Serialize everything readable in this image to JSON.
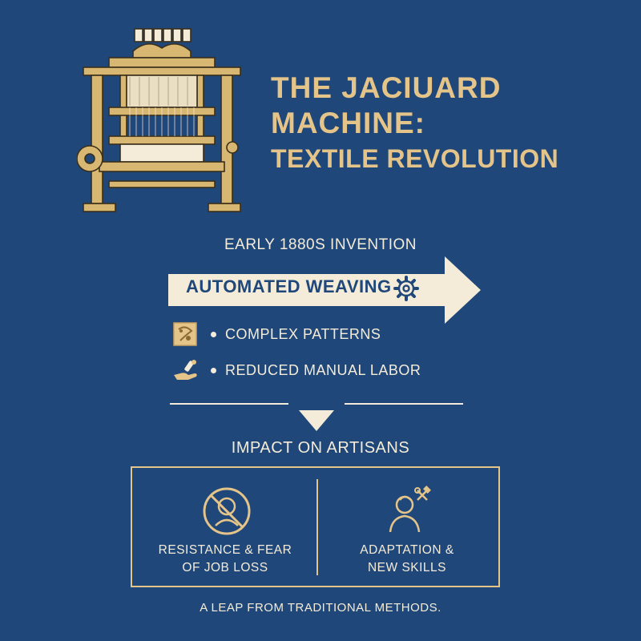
{
  "title": {
    "line1": "THE JACIUARD",
    "line2": "MACHINE:",
    "subtitle": "TEXTILE REVOLUTION"
  },
  "timeline": {
    "label": "EARLY 1880S INVENTION"
  },
  "arrow": {
    "label": "AUTOMATED WEAVING",
    "icon": "gear-icon"
  },
  "bullets": [
    {
      "text": "COMPLEX PATTERNS",
      "icon": "pattern-card-icon"
    },
    {
      "text": "REDUCED MANUAL LABOR",
      "icon": "hand-tool-icon"
    }
  ],
  "impact": {
    "heading": "IMPACT ON ARTISANS",
    "left": {
      "line1": "RESISTANCE & FEAR",
      "line2": "OF JOB LOSS",
      "icon": "no-person-icon"
    },
    "right": {
      "line1": "ADAPTATION &",
      "line2": "NEW SKILLS",
      "icon": "person-with-tools-icon"
    }
  },
  "footer": "A LEAP FROM TRADITIONAL METHODS.",
  "colors": {
    "background": "#20477a",
    "gold": "#e4c489",
    "cream": "#f4ecd8"
  }
}
